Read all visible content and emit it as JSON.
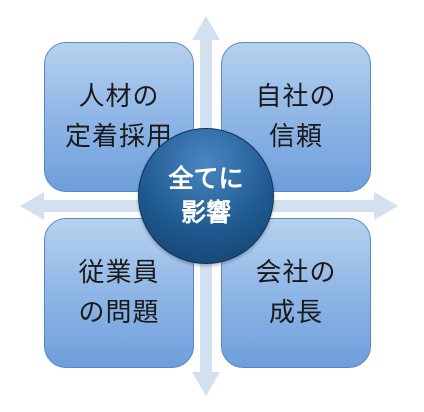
{
  "diagram": {
    "center": {
      "lines": [
        "全てに",
        "影響"
      ]
    },
    "top_left": {
      "lines": [
        "人材の",
        "定着採用"
      ]
    },
    "top_right": {
      "lines": [
        "自社の",
        "信頼"
      ]
    },
    "bottom_left": {
      "lines": [
        "従業員",
        "の問題"
      ]
    },
    "bottom_right": {
      "lines": [
        "会社の",
        "成長"
      ]
    },
    "colors": {
      "arrow": "#d3e0ef",
      "box_top": "#b7d1ef",
      "box_bottom": "#6e9fdc",
      "box_border": "#5a88c4",
      "center_light": "#4a86c2",
      "center_dark": "#133f6b"
    }
  }
}
